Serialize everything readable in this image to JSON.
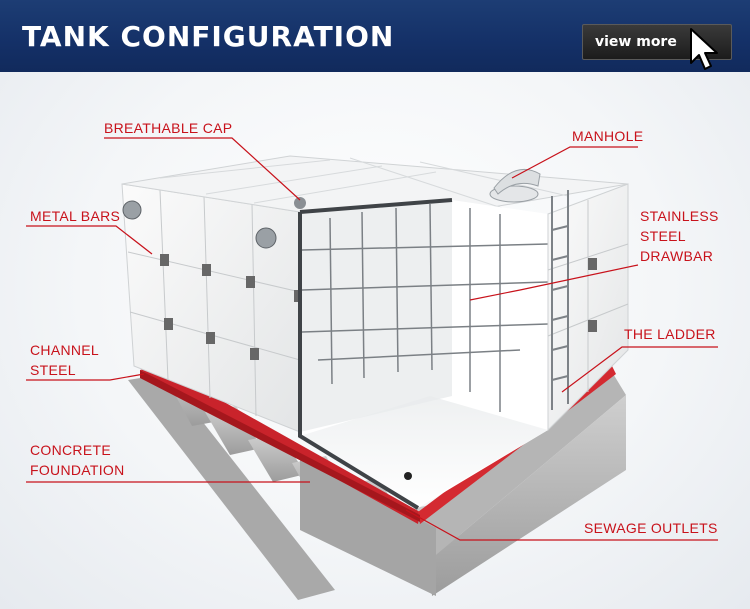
{
  "header": {
    "title": "TANK CONFIGURATION",
    "view_more_label": "view more"
  },
  "labels": {
    "breathable_cap": "BREATHABLE CAP",
    "manhole": "MANHOLE",
    "metal_bars": "METAL BARS",
    "stainless_line1": "STAINLESS",
    "stainless_line2": "STEEL",
    "stainless_line3": "DRAWBAR",
    "channel_line1": "CHANNEL",
    "channel_line2": "STEEL",
    "the_ladder": "THE LADDER",
    "concrete_line1": "CONCRETE",
    "concrete_line2": "FOUNDATION",
    "sewage_outlets": "SEWAGE OUTLETS"
  },
  "colors": {
    "header_bg": "#143067",
    "label_red": "#c8121b",
    "panel_white": "#f2f3f3",
    "steel_base": "#c9232b",
    "concrete": "#b9b9b9"
  }
}
